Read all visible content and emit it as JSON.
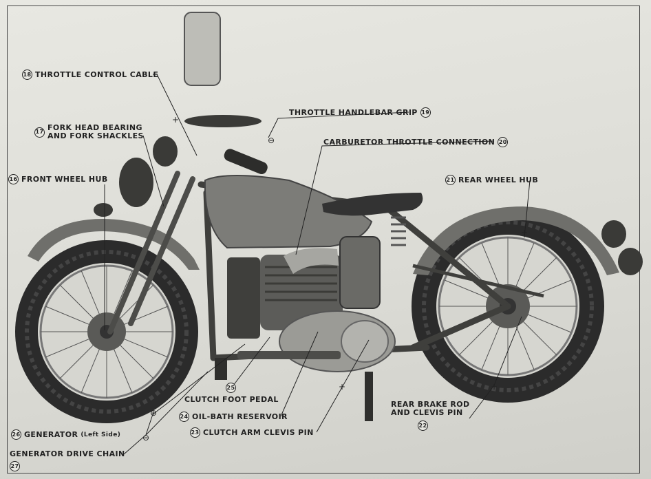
{
  "callouts": [
    {
      "num": "18",
      "label": "THROTTLE CONTROL CABLE"
    },
    {
      "num": "19",
      "label": "THROTTLE HANDLEBAR GRIP"
    },
    {
      "num": "17",
      "line1": "FORK HEAD BEARING",
      "line2": "AND FORK SHACKLES"
    },
    {
      "num": "20",
      "label": "CARBURETOR THROTTLE CONNECTION"
    },
    {
      "num": "16",
      "label": "FRONT WHEEL HUB"
    },
    {
      "num": "21",
      "label": "REAR WHEEL HUB"
    },
    {
      "num": "25",
      "label": "CLUTCH FOOT PEDAL"
    },
    {
      "num": "24",
      "label": "OIL-BATH RESERVOIR"
    },
    {
      "num": "23",
      "label": "CLUTCH ARM CLEVIS PIN"
    },
    {
      "num": "26",
      "label": "GENERATOR",
      "note": "(Left Side)"
    },
    {
      "num": "27",
      "label": "GENERATOR DRIVE CHAIN"
    },
    {
      "num": "22",
      "line1": "REAR BRAKE ROD",
      "line2": "AND CLEVIS PIN"
    }
  ],
  "colors": {
    "paper": "#dcdcd6",
    "ink": "#222222",
    "tire": "#2e2e2e",
    "metal": "#8a8a86",
    "dark": "#4a4a47"
  }
}
